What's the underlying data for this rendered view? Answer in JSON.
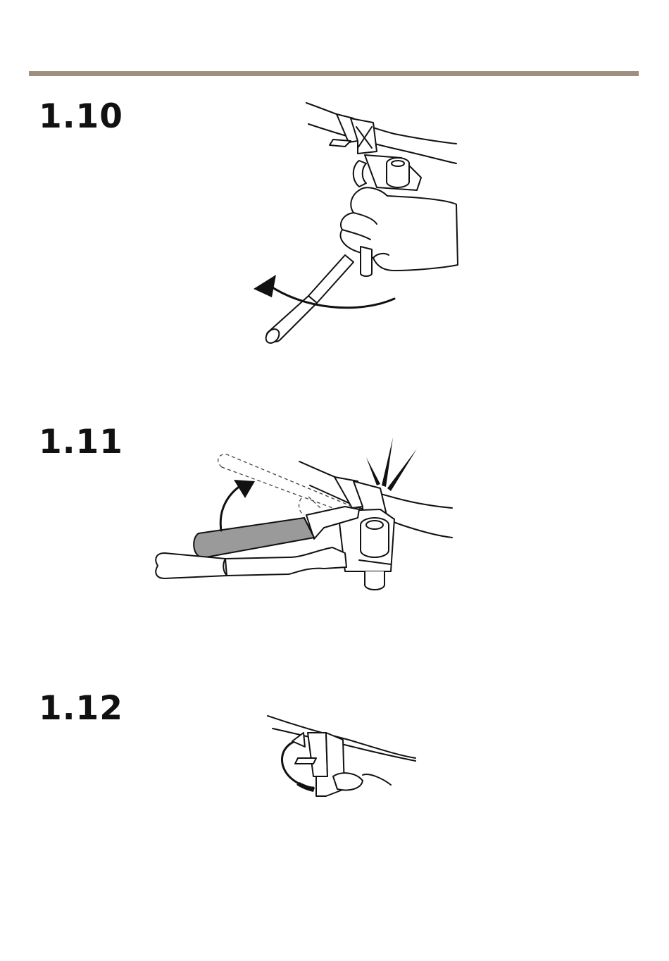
{
  "steps": [
    {
      "number": "1.10",
      "illustration_icon": "strap-tool-hand-rotate-icon"
    },
    {
      "number": "1.11",
      "illustration_icon": "strap-tool-lever-cut-icon"
    },
    {
      "number": "1.12",
      "illustration_icon": "strap-bend-over-icon"
    }
  ],
  "colors": {
    "rule": "#9e8f80",
    "handle_fill": "#9a9a9a",
    "ink": "#111111"
  }
}
